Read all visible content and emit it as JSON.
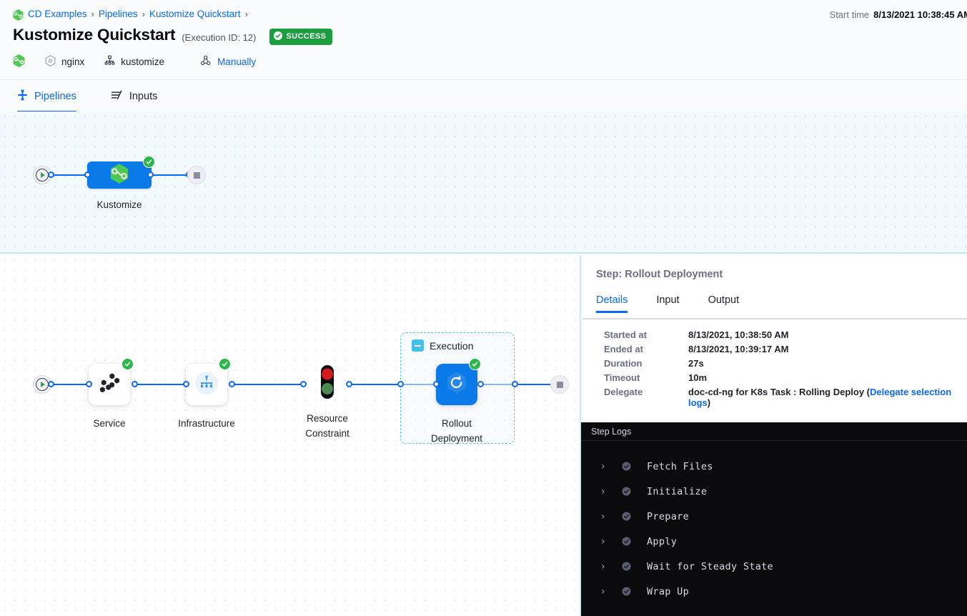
{
  "breadcrumb": {
    "icon": "harness-logo-icon",
    "items": [
      "CD Examples",
      "Pipelines",
      "Kustomize Quickstart"
    ],
    "separator": "›"
  },
  "header": {
    "title": "Kustomize Quickstart",
    "execution_id": "(Execution ID: 12)",
    "status": "SUCCESS",
    "status_color": "#1b9e3e",
    "meta": {
      "service": "nginx",
      "deployment_type": "kustomize",
      "trigger": "Manually"
    },
    "start_time_label": "Start time",
    "start_time_value": "8/13/2021 10:38:45 AM"
  },
  "tabs": [
    {
      "label": "Pipelines",
      "icon": "pipeline-icon",
      "active": true
    },
    {
      "label": "Inputs",
      "icon": "inputs-icon",
      "active": false
    }
  ],
  "pipeline_graph": {
    "stage_label": "Kustomize",
    "stage_status": "success",
    "start_node": "start-node",
    "end_node": "end-node"
  },
  "stage_selector": {
    "label": "Kustomize",
    "caret": "chevron-down-icon"
  },
  "stage_sections": [
    "Infrastructure",
    "Execution"
  ],
  "stage_graph": {
    "nodes": [
      {
        "name": "Service",
        "icon": "service-icon",
        "status": "success"
      },
      {
        "name": "Infrastructure",
        "icon": "infrastructure-icon",
        "status": "success"
      },
      {
        "name": "Resource\nConstraint",
        "label_line1": "Resource",
        "label_line2": "Constraint",
        "icon": "traffic-light-icon",
        "status": "none"
      },
      {
        "name": "Rollout\nDeployment",
        "label_line1": "Rollout",
        "label_line2": "Deployment",
        "icon": "rollout-icon",
        "status": "success"
      }
    ],
    "group": {
      "label": "Execution",
      "collapsed": false
    }
  },
  "right_panel": {
    "title": "Step: Rollout Deployment",
    "tabs": [
      {
        "label": "Details",
        "active": true
      },
      {
        "label": "Input",
        "active": false
      },
      {
        "label": "Output",
        "active": false
      }
    ],
    "details": [
      {
        "key": "Started at",
        "value": "8/13/2021, 10:38:50 AM"
      },
      {
        "key": "Ended at",
        "value": "8/13/2021, 10:39:17 AM"
      },
      {
        "key": "Duration",
        "value": "27s"
      },
      {
        "key": "Timeout",
        "value": "10m"
      }
    ],
    "delegate": {
      "key": "Delegate",
      "value_prefix": "doc-cd-ng for K8s Task : Rolling Deploy (",
      "link": "Delegate selection logs",
      "value_suffix": ")"
    }
  },
  "step_logs": {
    "title": "Step Logs",
    "rows": [
      {
        "label": "Fetch Files",
        "status": "success"
      },
      {
        "label": "Initialize",
        "status": "success"
      },
      {
        "label": "Prepare",
        "status": "success"
      },
      {
        "label": "Apply",
        "status": "success"
      },
      {
        "label": "Wait for Steady State",
        "status": "success"
      },
      {
        "label": "Wrap Up",
        "status": "success"
      }
    ],
    "chevron": "›"
  },
  "colors": {
    "accent": "#0a68f5",
    "success": "#2ab84a",
    "node_blue": "#0a7ae8",
    "group_border": "#55c6ea",
    "log_bg": "#0b0b0d"
  }
}
